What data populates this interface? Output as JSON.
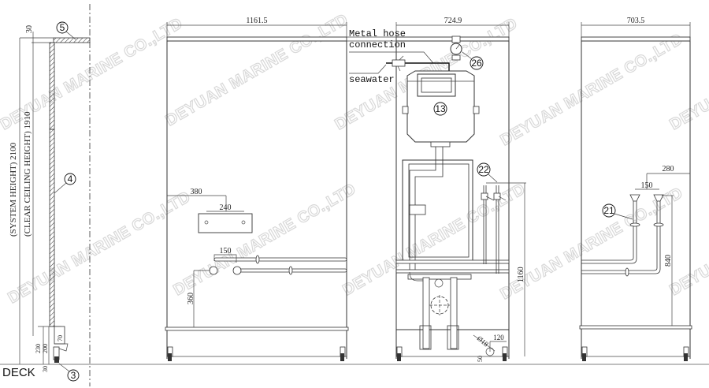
{
  "watermark": {
    "text": "DEYUAN MARINE CO.,LTD",
    "color": "#d8d8d8"
  },
  "section_view": {
    "labels": {
      "system_height": "(SYSTEM HEIGHT) 2100",
      "clear_ceiling_height": "(CLEAR CEILING HEIGHT) 1910",
      "deck": "DECK"
    },
    "dimensions": {
      "top_gap": "30",
      "bottom_230": "230",
      "bottom_200": "200",
      "bottom_70": "70",
      "bottom_30": "30"
    },
    "balloons": {
      "ceiling": "5",
      "wall_panel": "4",
      "floor_support": "3"
    }
  },
  "left_elevation": {
    "width_dim": "1161.5",
    "dims": {
      "d380": "380",
      "d240": "240",
      "d150": "150",
      "d360": "360"
    }
  },
  "center_elevation": {
    "width_dim": "724.9",
    "callouts": {
      "metal_hose_line1": "Metal hose",
      "metal_hose_line2": "connection",
      "seawater": "seawater"
    },
    "balloons": {
      "tank": "13",
      "gauge": "26",
      "valve": "22"
    },
    "dims": {
      "d1160": "1160",
      "d120": "120",
      "dia18": "Ø18",
      "d50": "50"
    }
  },
  "right_elevation": {
    "width_dim": "703.5",
    "balloons": {
      "pipe": "21"
    },
    "dims": {
      "d280": "280",
      "d150": "150",
      "d840": "840"
    }
  }
}
